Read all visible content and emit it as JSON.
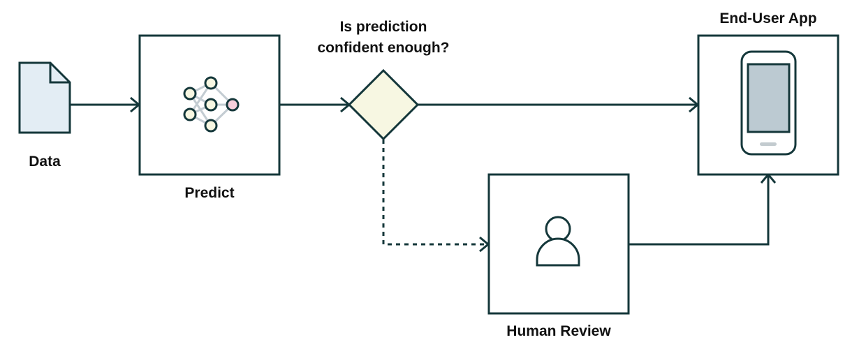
{
  "colors": {
    "stroke": "#14373a",
    "document_fill": "#e3edf4",
    "decision_fill": "#f7f7e2",
    "phone_screen": "#bccad2",
    "phone_button": "#c3cbcf",
    "network_output_node": "#f6cfdb",
    "network_node": "#f7f7e2",
    "network_edges": "#c3ccd2",
    "background": "#ffffff"
  },
  "nodes": {
    "data": {
      "label": "Data",
      "icon": "document-icon"
    },
    "predict": {
      "label": "Predict",
      "icon": "neural-network-icon"
    },
    "decision": {
      "label_line1": "Is prediction",
      "label_line2": "confident enough?"
    },
    "human_review": {
      "label": "Human Review",
      "icon": "person-icon"
    },
    "end_user_app": {
      "label": "End-User App",
      "icon": "smartphone-icon"
    }
  },
  "edges": [
    {
      "from": "data",
      "to": "predict",
      "style": "solid"
    },
    {
      "from": "predict",
      "to": "decision",
      "style": "solid"
    },
    {
      "from": "decision",
      "to": "end_user_app",
      "style": "solid"
    },
    {
      "from": "decision",
      "to": "human_review",
      "style": "dashed"
    },
    {
      "from": "human_review",
      "to": "end_user_app",
      "style": "solid"
    }
  ]
}
